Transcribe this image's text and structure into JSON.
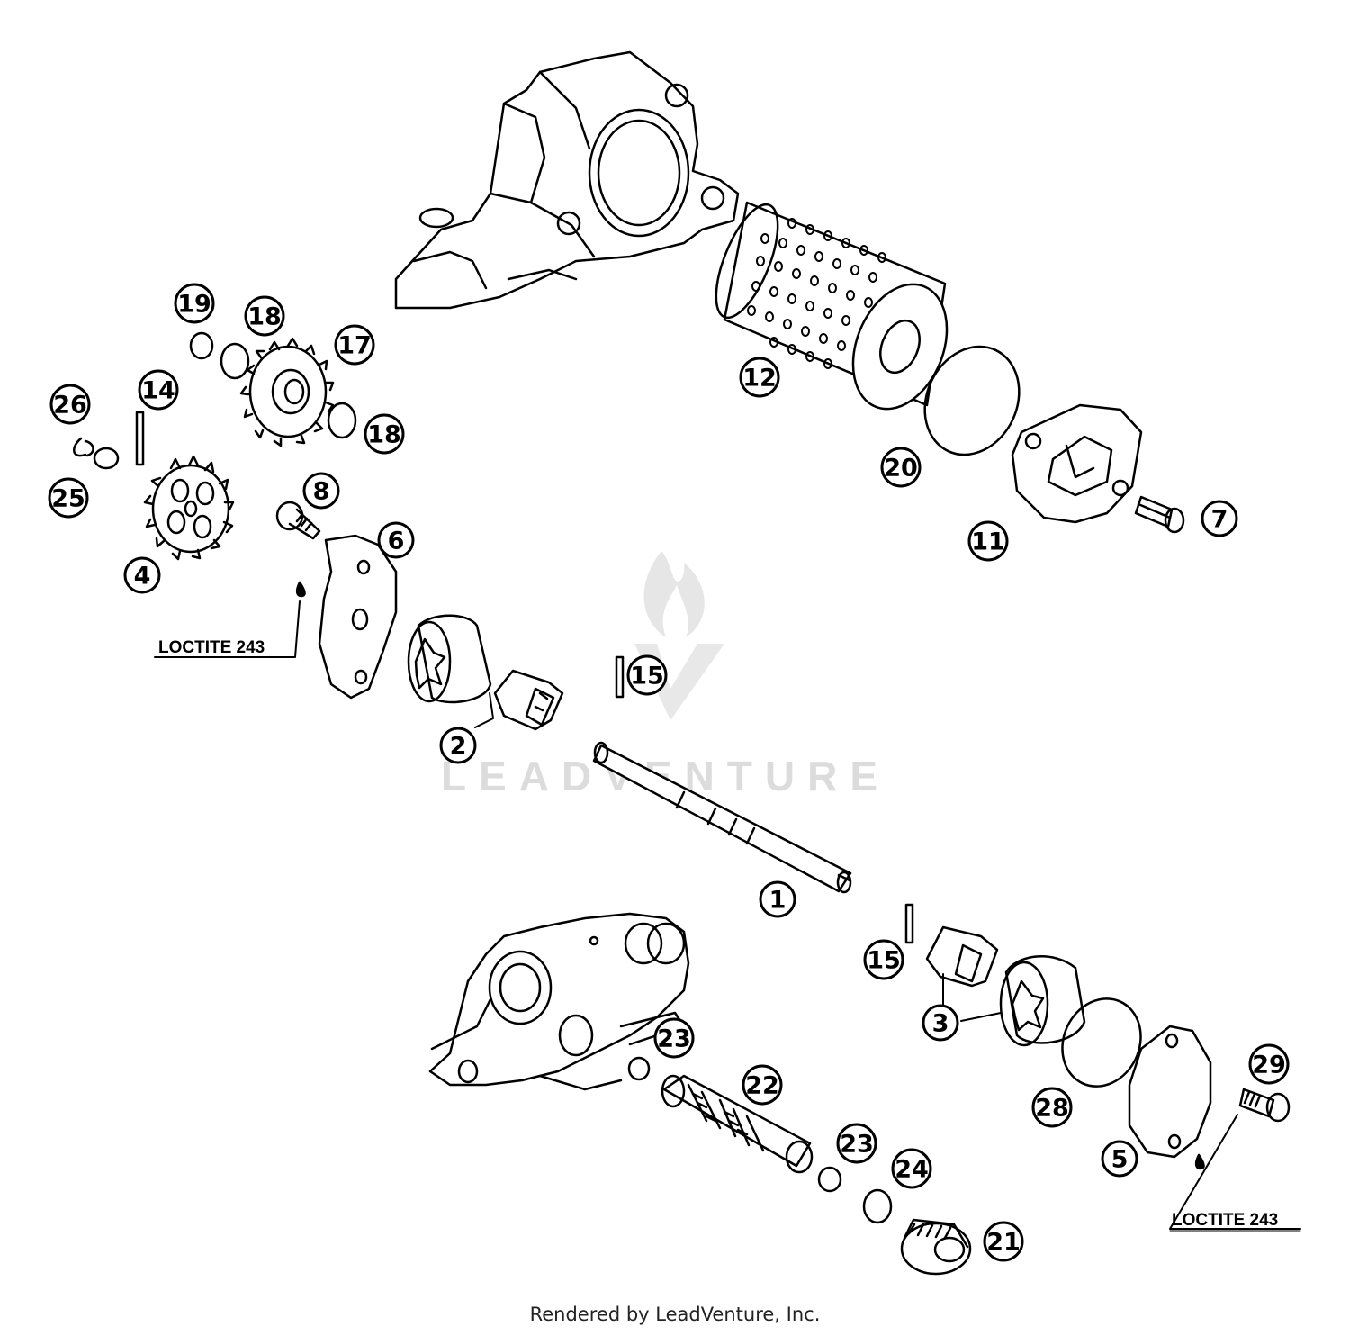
{
  "diagram": {
    "callouts": [
      {
        "id": "c1",
        "label": "1"
      },
      {
        "id": "c2",
        "label": "2"
      },
      {
        "id": "c3",
        "label": "3"
      },
      {
        "id": "c4",
        "label": "4"
      },
      {
        "id": "c5",
        "label": "5"
      },
      {
        "id": "c6",
        "label": "6"
      },
      {
        "id": "c7",
        "label": "7"
      },
      {
        "id": "c8",
        "label": "8"
      },
      {
        "id": "c11",
        "label": "11"
      },
      {
        "id": "c12",
        "label": "12"
      },
      {
        "id": "c14",
        "label": "14"
      },
      {
        "id": "c15a",
        "label": "15"
      },
      {
        "id": "c15b",
        "label": "15"
      },
      {
        "id": "c17",
        "label": "17"
      },
      {
        "id": "c18a",
        "label": "18"
      },
      {
        "id": "c18b",
        "label": "18"
      },
      {
        "id": "c19",
        "label": "19"
      },
      {
        "id": "c20",
        "label": "20"
      },
      {
        "id": "c21",
        "label": "21"
      },
      {
        "id": "c22",
        "label": "22"
      },
      {
        "id": "c23a",
        "label": "23"
      },
      {
        "id": "c23b",
        "label": "23"
      },
      {
        "id": "c24",
        "label": "24"
      },
      {
        "id": "c25",
        "label": "25"
      },
      {
        "id": "c26",
        "label": "26"
      },
      {
        "id": "c28",
        "label": "28"
      },
      {
        "id": "c29",
        "label": "29"
      }
    ],
    "notes": {
      "loctite_left": "LOCTITE 243",
      "loctite_right": "LOCTITE 243"
    },
    "watermark": "LEADVENTURE"
  },
  "footer": {
    "credit": "Rendered by LeadVenture, Inc."
  }
}
